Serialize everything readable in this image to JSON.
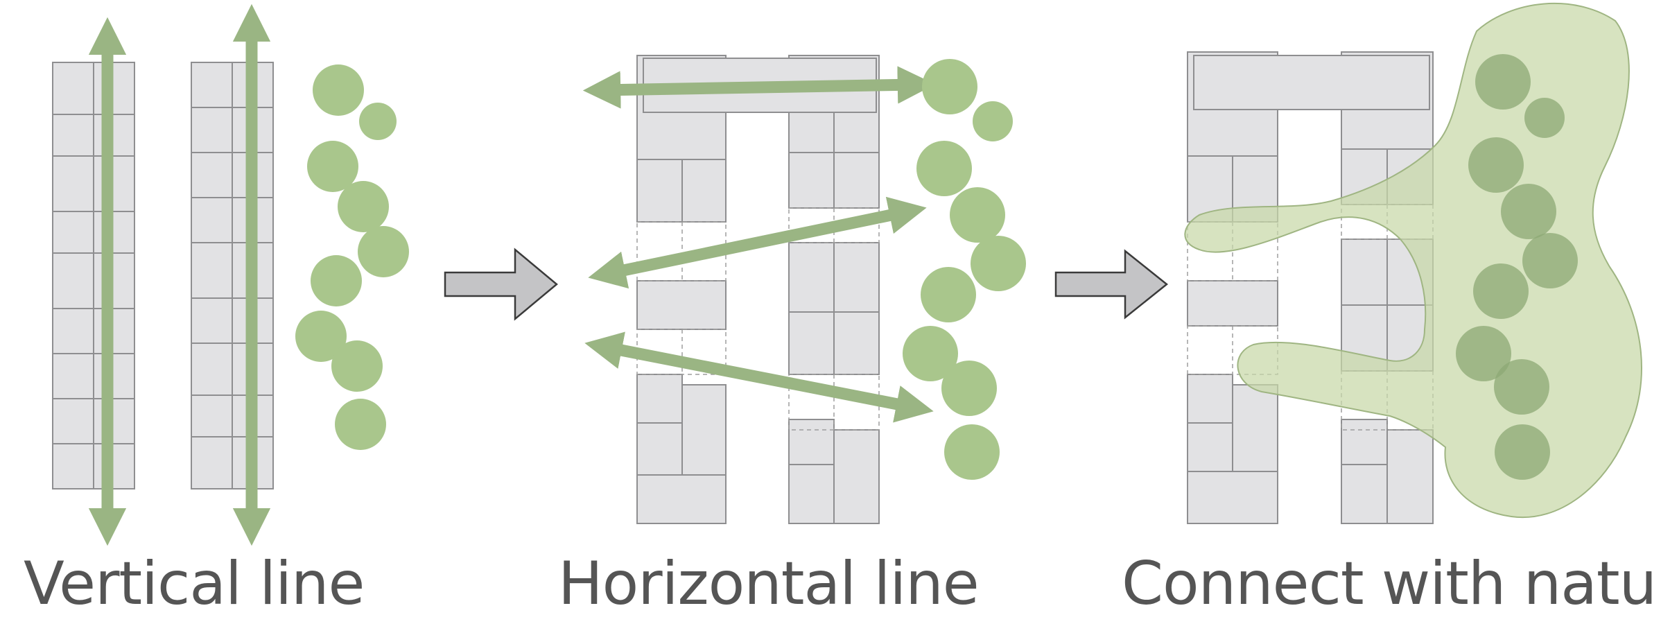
{
  "panels": [
    {
      "id": "vertical",
      "caption": "Vertical line"
    },
    {
      "id": "horizontal",
      "caption": "Horizontal line"
    },
    {
      "id": "nature",
      "caption": "Connect with nature"
    }
  ],
  "colors": {
    "block_fill": "#e2e2e4",
    "block_stroke": "#8e8e90",
    "tree_fill": "#a9c68c",
    "tree_dark": "#8ca874",
    "arrow_green": "#9ab583",
    "blob_fill": "#c8d8a8",
    "blob_stroke": "#9fb582",
    "transition_fill": "#c4c4c6",
    "transition_stroke": "#3a3a3a",
    "caption_text": "#555555"
  },
  "icons": {
    "transition": "right-arrow-icon",
    "flow": "double-headed-arrow-icon",
    "tree": "tree-circle-icon"
  }
}
